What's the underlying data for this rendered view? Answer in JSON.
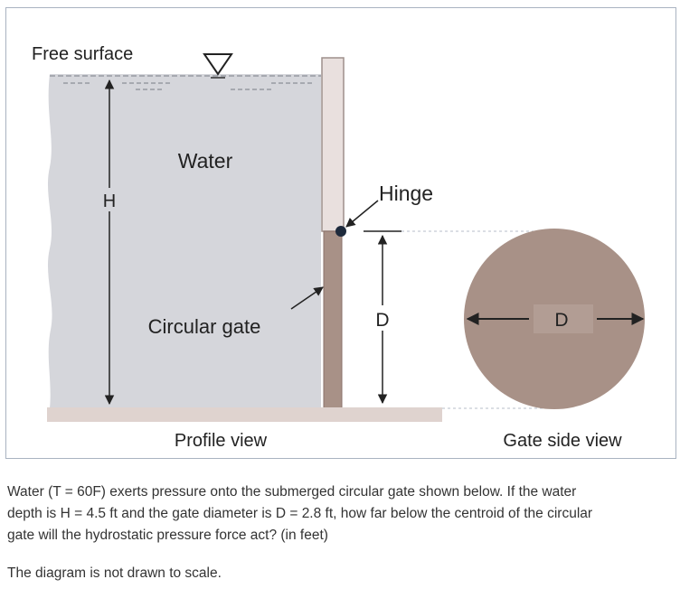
{
  "diagram": {
    "labels": {
      "free_surface": "Free surface",
      "water": "Water",
      "hinge": "Hinge",
      "depth": "H",
      "gate_diameter_profile": "D",
      "gate_diameter_side": "D",
      "circular_gate": "Circular gate",
      "profile_view": "Profile view",
      "gate_side_view": "Gate side view"
    },
    "colors": {
      "water": "#d5d6db",
      "wall": "#e9e0de",
      "gate": "#a89187",
      "ground": "#dfd3cf",
      "hinge": "#1e2a3c"
    }
  },
  "problem": {
    "text": "Water (T = 60F) exerts pressure onto the submerged circular gate shown below.  If the water depth is H = 4.5 ft and the gate diameter is D = 2.8 ft, how far below the centroid of the circular gate will the hydrostatic pressure force act? (in feet)",
    "note": "The diagram is not drawn to scale."
  }
}
